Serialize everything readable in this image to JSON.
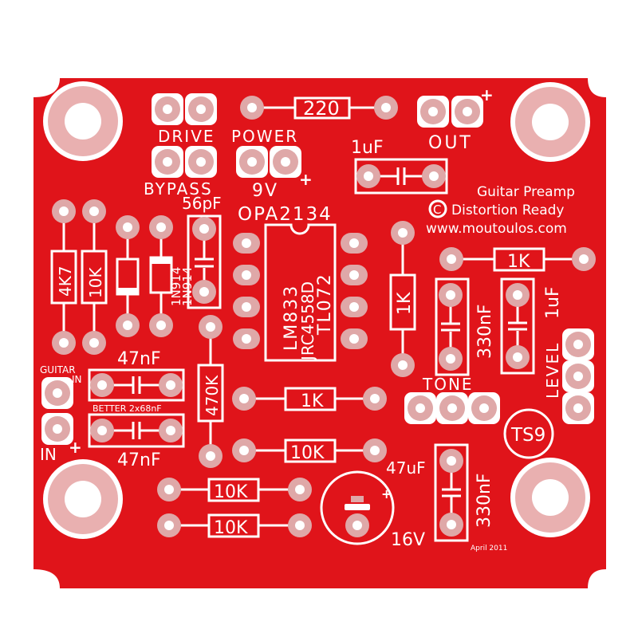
{
  "colors": {
    "board": "#e0141a",
    "silk": "#ffffff",
    "pad": "#dfa8a8",
    "hole": "#ffffff",
    "mount_ring": "#e9b0b0"
  },
  "labels": {
    "drive": "DRIVE",
    "bypass": "BYPASS",
    "power": "POWER",
    "nine_v": "9V",
    "plus": "+",
    "r220": "220",
    "out": "OUT",
    "c1uf_top": "1uF",
    "title1": "Guitar Preamp",
    "title2": "Distortion Ready",
    "url": "www.moutoulos.com",
    "copyright": "C",
    "c56pf": "56pF",
    "opamp": "OPA2134",
    "ic_l1": "LM833",
    "ic_l2": "JRC4558D",
    "ic_l3": "TL072",
    "d1": "1N914",
    "d2": "1N914",
    "r4k7": "4K7",
    "r10k_left": "10K",
    "r1k_vert": "1K",
    "r1k_right": "1K",
    "c330_top": "330nF",
    "c1uf_right": "1uF",
    "level": "LEVEL",
    "c47_top": "47nF",
    "guitar_in": "GUITAR IN",
    "better": "BETTER 2x68nF",
    "in": "IN",
    "in_plus": "+",
    "c47_bottom": "47nF",
    "r470k": "470K",
    "r1k_mid": "1K",
    "r10k_mid": "10K",
    "tone": "TONE",
    "ts9": "TS9",
    "c47uf": "47uF",
    "c330_bottom": "330nF",
    "r10k_b1": "10K",
    "r10k_b2": "10K",
    "v16": "16V",
    "cap_plus": "+",
    "date": "April 2011"
  }
}
